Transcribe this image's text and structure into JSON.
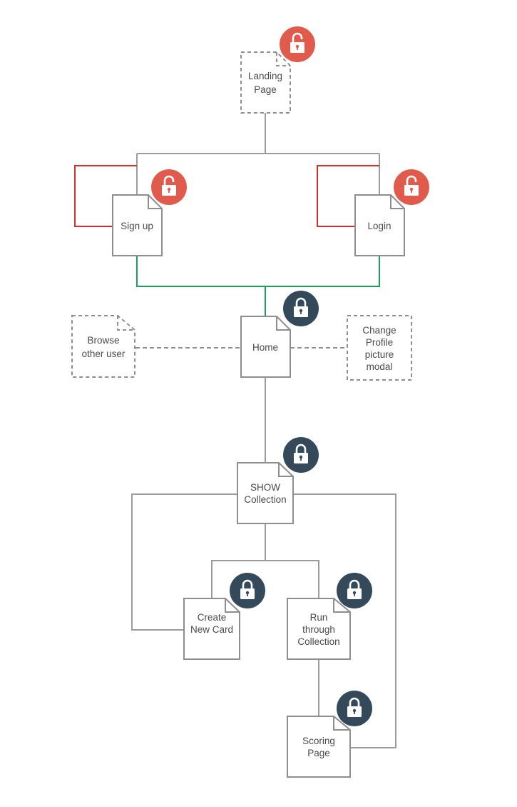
{
  "diagram": {
    "nodes": {
      "landing": {
        "line1": "Landing",
        "line2": "Page",
        "style": "dashed",
        "lock": "unlocked"
      },
      "signup": {
        "line1": "Sign up",
        "style": "solid",
        "lock": "unlocked"
      },
      "login": {
        "line1": "Login",
        "style": "solid",
        "lock": "unlocked"
      },
      "home": {
        "line1": "Home",
        "style": "solid",
        "lock": "locked"
      },
      "browse": {
        "line1": "Browse",
        "line2": "other user",
        "style": "dashed"
      },
      "change_profile": {
        "line1": "Change",
        "line2": "Profile",
        "line3": "picture",
        "line4": "modal",
        "style": "dashed"
      },
      "show_collection": {
        "line1": "SHOW",
        "line2": "Collection",
        "style": "solid",
        "lock": "locked"
      },
      "create_card": {
        "line1": "Create",
        "line2": "New Card",
        "style": "solid",
        "lock": "locked"
      },
      "run_through": {
        "line1": "Run",
        "line2": "through",
        "line3": "Collection",
        "style": "solid",
        "lock": "locked"
      },
      "scoring": {
        "line1": "Scoring",
        "line2": "Page",
        "style": "solid",
        "lock": "locked"
      }
    },
    "icons": {
      "unlocked": "unlocked-padlock-icon",
      "locked": "locked-padlock-icon"
    },
    "colors": {
      "connector": "#9b9b9b",
      "auth_loop": "#d0312d",
      "auth_success": "#1a9e5a",
      "unlocked_badge": "#e05b4b",
      "locked_badge": "#344a5a",
      "node_border": "#8e8e8e",
      "text": "#4a4a4a"
    }
  }
}
